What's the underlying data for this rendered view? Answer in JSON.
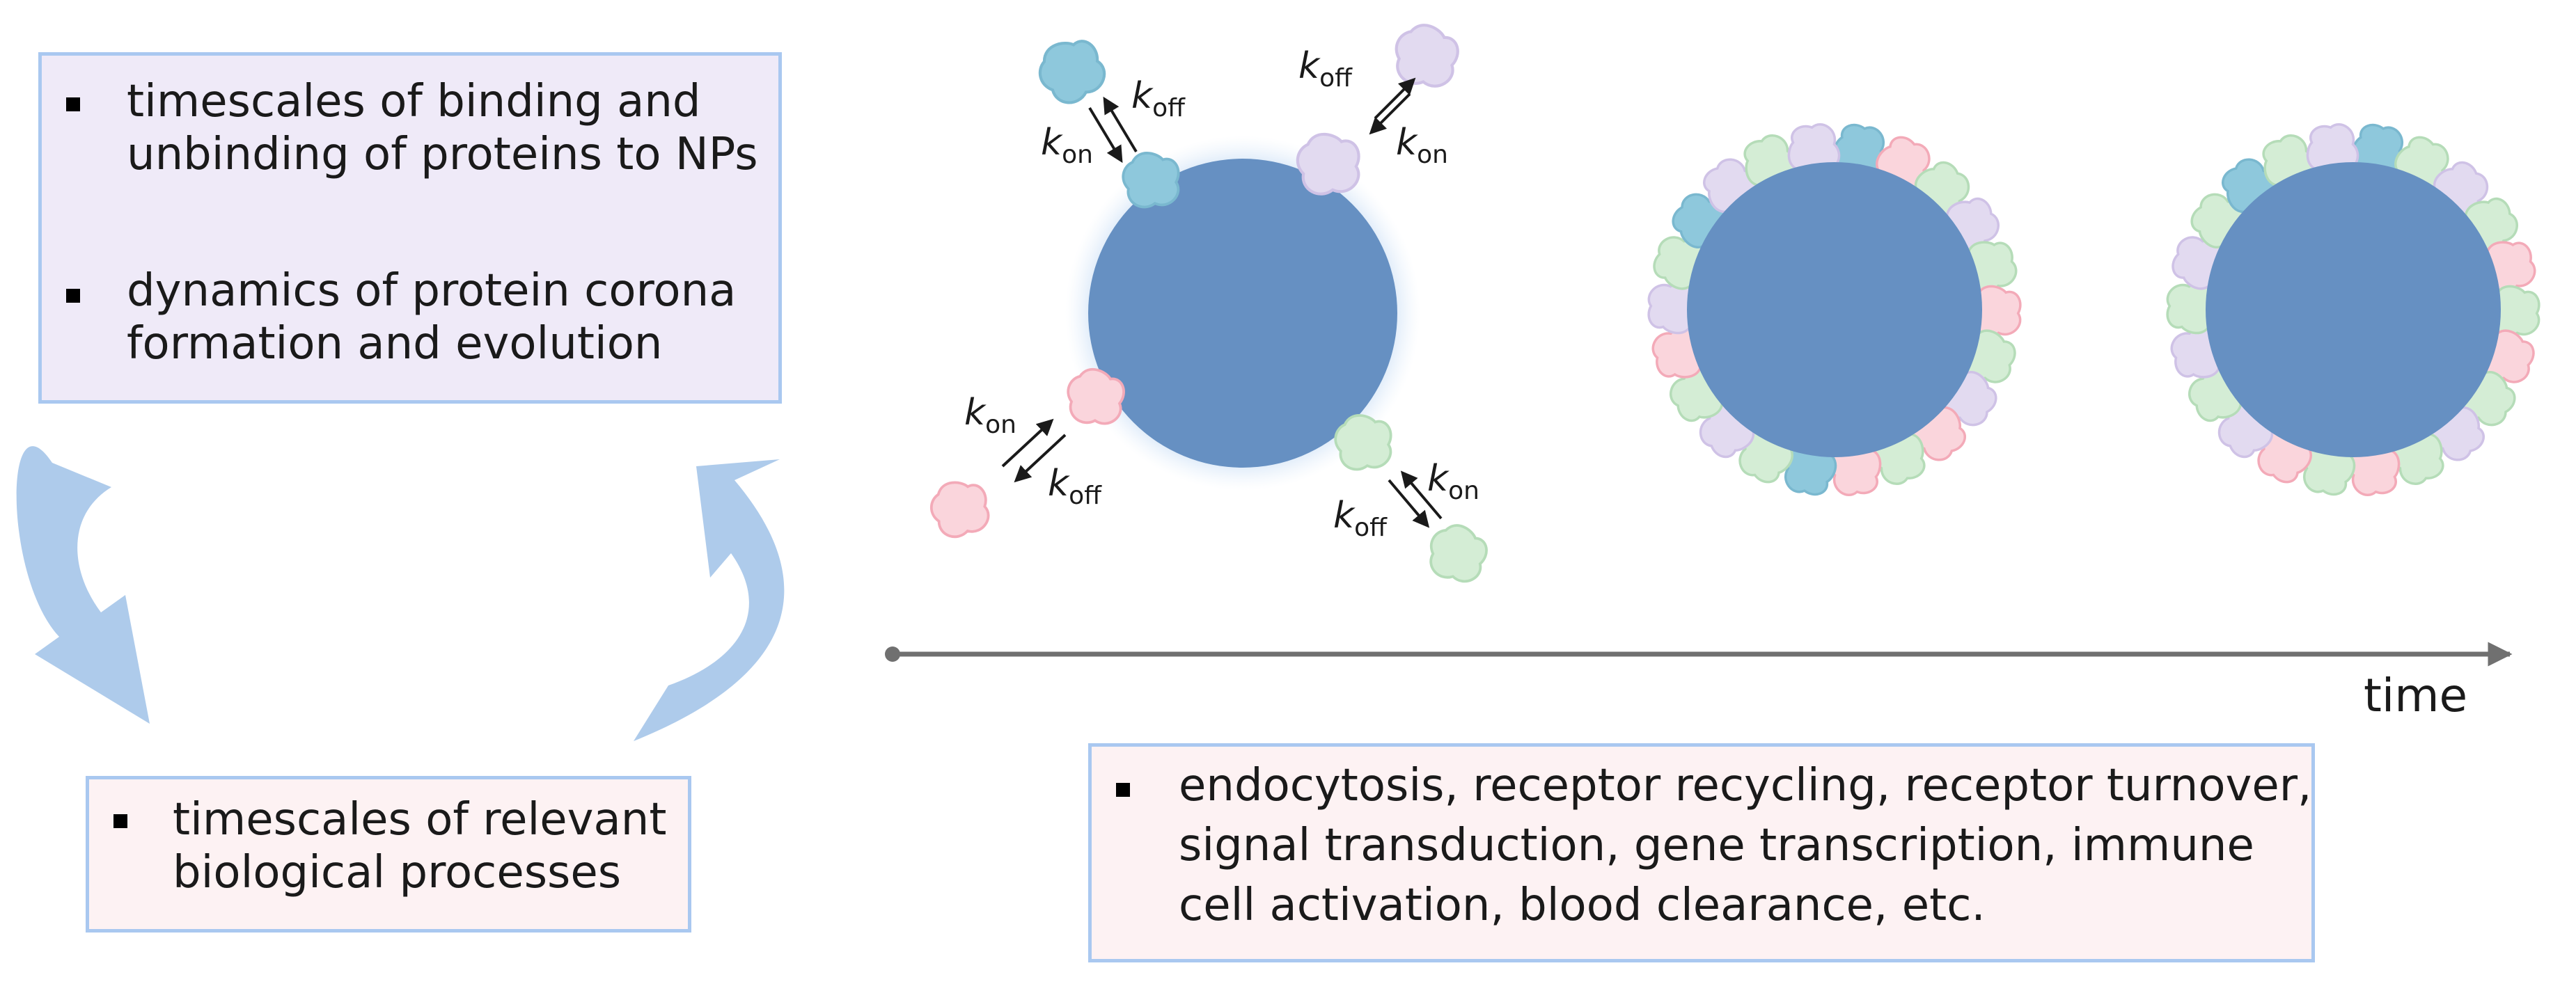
{
  "top_left_box": {
    "bullets": [
      {
        "lines": [
          "timescales of binding and",
          "unbinding of proteins to NPs"
        ]
      },
      {
        "lines": [
          "dynamics of protein corona",
          "formation and evolution"
        ]
      }
    ]
  },
  "bottom_left_box": {
    "bullets": [
      {
        "lines": [
          "timescales of relevant",
          "biological processes"
        ]
      }
    ]
  },
  "bottom_right_box": {
    "bullets": [
      {
        "lines": [
          "endocytosis, receptor recycling, receptor turnover,",
          "signal transduction, gene transcription, immune",
          "cell activation, blood clearance, etc."
        ]
      }
    ]
  },
  "rates": {
    "k": "k",
    "on": "on",
    "off": "off"
  },
  "time_axis": {
    "label": "time"
  },
  "colors": {
    "nanoparticle": "#6690c2",
    "glow": "#c7ddf5",
    "box_border": "#a9c8f0",
    "box_purple": "#efeaf8",
    "box_pink": "#fdf2f3",
    "arrow_cycle": "#aecbeb",
    "axis": "#707070",
    "protein_teal": "#8ec8dc",
    "protein_purple": "#e2daf0",
    "protein_pink": "#fad5dc",
    "protein_green": "#d4edd5"
  }
}
